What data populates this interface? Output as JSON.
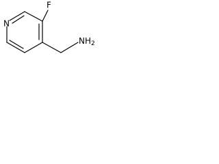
{
  "molecule": {
    "atom_labels": {
      "fluorine": "F",
      "nitrogen": "N",
      "amine": "NH2",
      "amine_main": "NH",
      "amine_subscript": "2"
    },
    "colors": {
      "bond": "#000000",
      "label": "#000000",
      "background": "#ffffff"
    }
  }
}
